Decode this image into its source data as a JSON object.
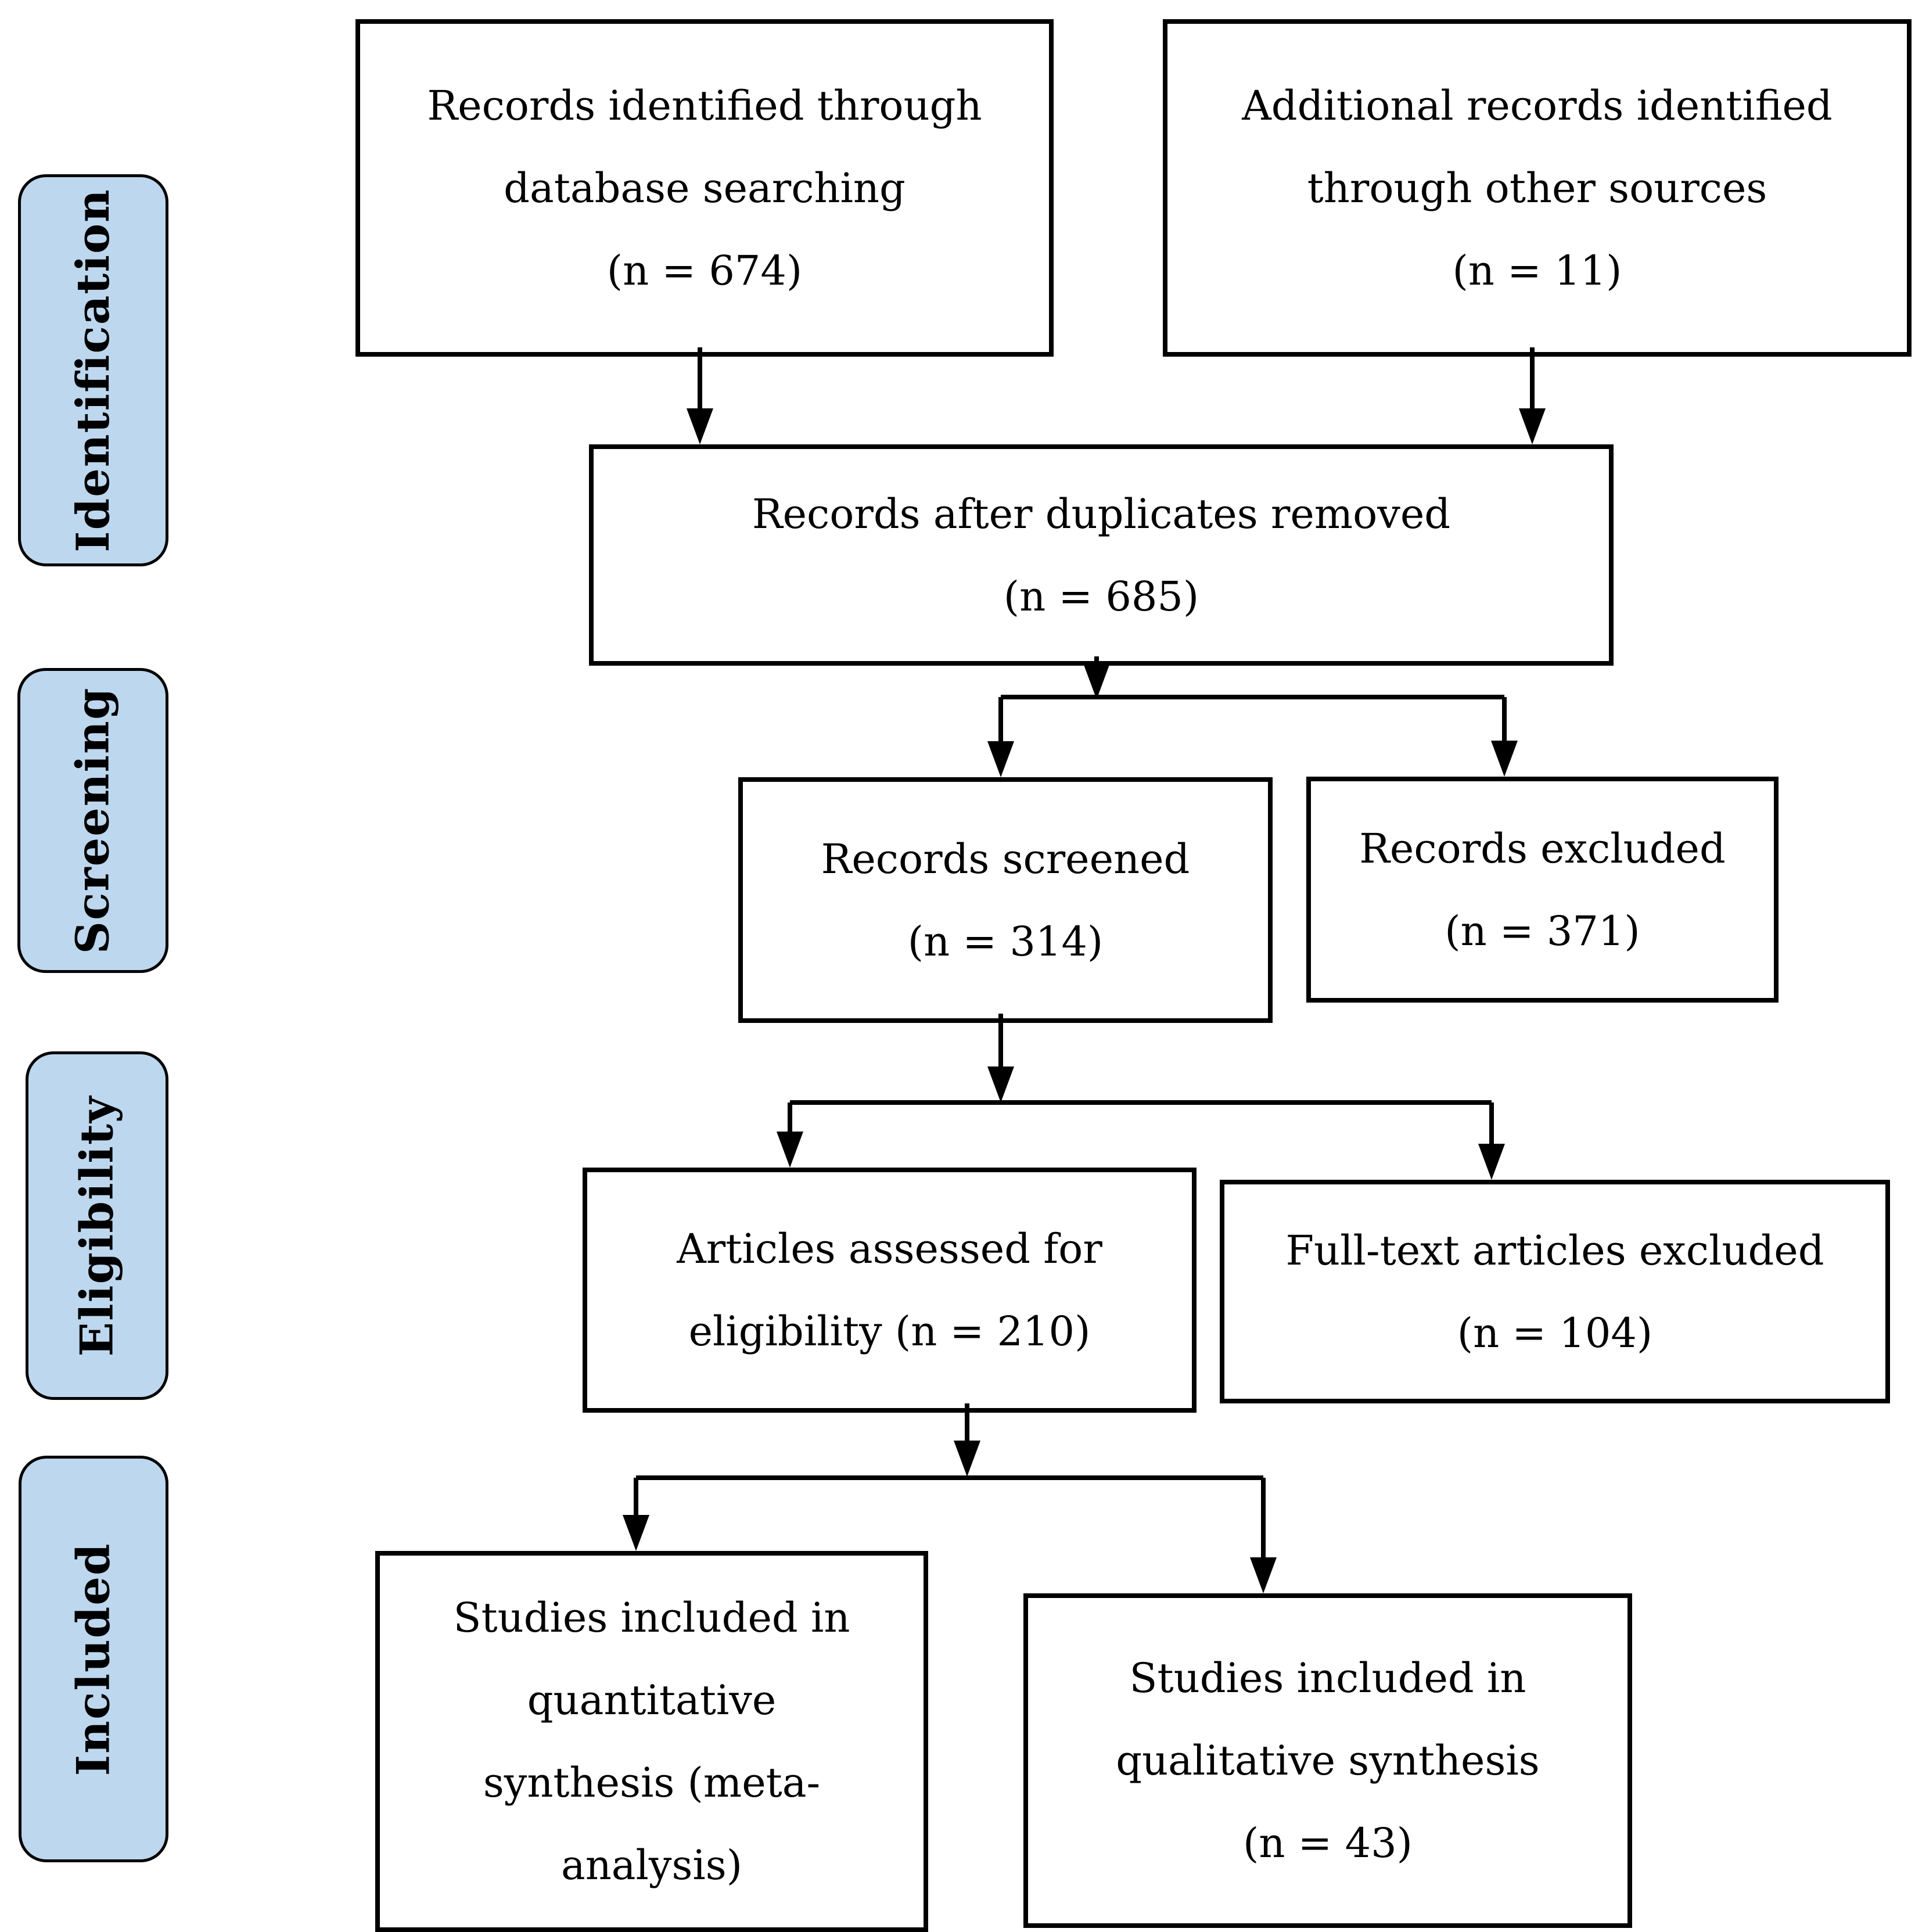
{
  "stages": [
    {
      "label": "Identification"
    },
    {
      "label": "Screening"
    },
    {
      "label": "Eligibility"
    },
    {
      "label": "Included"
    }
  ],
  "boxes": {
    "identified": {
      "lines": [
        "Records identified through",
        "database searching",
        "(n = 674)"
      ]
    },
    "additional": {
      "lines": [
        "Additional records identified",
        "through other sources",
        "(n = 11)"
      ]
    },
    "deduplicated": {
      "lines": [
        "Records after duplicates removed",
        "(n = 685)"
      ]
    },
    "screened": {
      "lines": [
        "Records screened",
        "(n = 314)"
      ]
    },
    "excluded": {
      "lines": [
        "Records excluded",
        "(n = 371)"
      ]
    },
    "assessed": {
      "lines": [
        "Articles assessed for",
        "eligibility (n = 210)"
      ]
    },
    "fulltext_excluded": {
      "lines": [
        "Full-text articles excluded",
        "(n = 104)"
      ]
    },
    "quantitative": {
      "lines": [
        "Studies included in",
        "quantitative",
        "synthesis (meta-",
        "analysis)"
      ]
    },
    "qualitative": {
      "lines": [
        "Studies included in",
        "qualitative synthesis",
        "(n = 43)"
      ]
    }
  },
  "counts": {
    "identified": 674,
    "additional": 11,
    "after_duplicates": 685,
    "screened": 314,
    "excluded": 371,
    "assessed": 210,
    "fulltext_excluded": 104,
    "qualitative_synthesis": 43
  },
  "colors": {
    "stage_fill": "#BDD7EE",
    "stage_border": "#000000",
    "box_fill": "#FFFFFF",
    "box_border": "#000000",
    "arrow": "#000000",
    "page_bg": "#FFFFFF"
  }
}
